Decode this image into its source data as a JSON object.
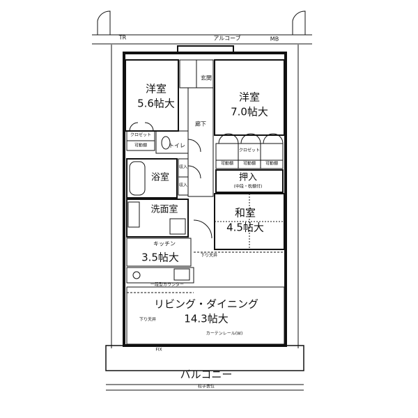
{
  "plan": {
    "corners": {
      "tr": "TR",
      "mb": "MB"
    },
    "alcove": "アルコーブ",
    "entrance": "玄関",
    "hall": "廊下",
    "rooms": {
      "western1": {
        "name": "洋室",
        "size": "5.6帖大"
      },
      "western2": {
        "name": "洋室",
        "size": "7.0帖大"
      },
      "bath": {
        "name": "浴室"
      },
      "washroom": {
        "name": "洗面室"
      },
      "kitchen": {
        "name": "キッチン",
        "size": "3.5帖大"
      },
      "oshiire": {
        "name": "押入"
      },
      "japanese": {
        "name": "和室",
        "size": "4.5帖大"
      },
      "ld": {
        "name": "リビング・ダイニング",
        "size": "14.3帖大"
      }
    },
    "toilet": "トイレ",
    "balcony": "バルコニー",
    "small_labels": {
      "closet1": "クロゼット",
      "closet2": "クロゼット",
      "kadodana1": "可動棚",
      "kadodana2": "可動棚",
      "kadodana3": "可動棚",
      "kadodana4": "可動棚",
      "nyu1": "収入",
      "nyu2": "収入",
      "oshiire_note": "(中段・枕棚付)",
      "counter": "一段型カウンター",
      "ceiling1": "下り天井",
      "ceiling2": "下り天井",
      "curtain": "カーテンレール(W)",
      "fix": "FIX",
      "pillar": "柱子表位"
    }
  },
  "colors": {
    "line": "#111111",
    "wall": "#1a1a1a",
    "bg": "#ffffff"
  }
}
